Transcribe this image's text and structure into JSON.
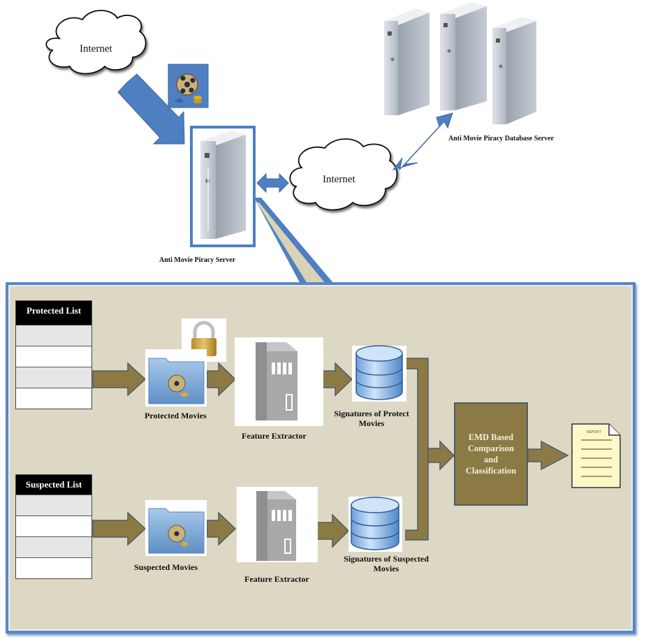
{
  "top": {
    "internet_left_label": "Internet",
    "internet_center_label": "Internet",
    "server_label": "Anti Movie  Piracy Server",
    "database_server_label": "Anti Movie Piracy Database Server"
  },
  "panel": {
    "protected_list": {
      "header": "Protected List",
      "rows": [
        "",
        "",
        "",
        ""
      ]
    },
    "suspected_list": {
      "header": "Suspected List",
      "rows": [
        "",
        "",
        "",
        ""
      ]
    },
    "protected_movies_label": "Protected Movies",
    "suspected_movies_label": "Suspected Movies",
    "feature_extractor_top_label": "Feature Extractor",
    "feature_extractor_bottom_label": "Feature Extractor",
    "signatures_protect_label_line1": "Signatures of Protect",
    "signatures_protect_label_line2": "Movies",
    "signatures_suspected_label_line1": "Signatures of Suspected",
    "signatures_suspected_label_line2": "Movies",
    "emd_lines": [
      "EMD Based",
      "Comparison",
      "and",
      "Classification"
    ],
    "report_label": "REPORT"
  },
  "colors": {
    "accent_blue": "#4f7fc1",
    "panel_bg": "#ddd8c4",
    "arrow_olive": "#8b7a44",
    "report_fill": "#fdf8c8"
  }
}
